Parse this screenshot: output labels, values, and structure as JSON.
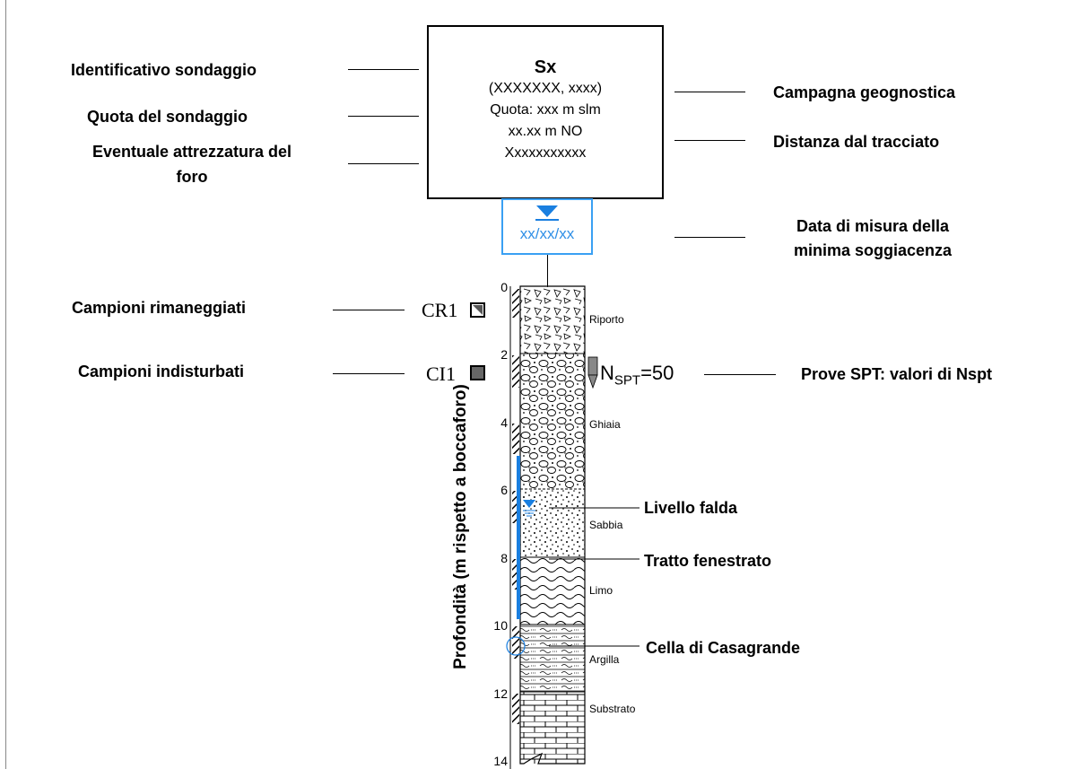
{
  "header": {
    "borehole_id": "Sx",
    "line1": "(XXXXXXX, xxxx)",
    "line2": "Quota: xxx m slm",
    "line3": "xx.xx m NO",
    "line4": "Xxxxxxxxxxx"
  },
  "water_date": "xx/xx/xx",
  "labels": {
    "identificativo": "Identificativo sondaggio",
    "quota": "Quota del sondaggio",
    "attrezzatura_1": "Eventuale attrezzatura del",
    "attrezzatura_2": "foro",
    "campagna": "Campagna geognostica",
    "distanza": "Distanza dal tracciato",
    "data_misura_1": "Data di misura della",
    "data_misura_2": "minima soggiacenza",
    "campioni_rim": "Campioni rimaneggiati",
    "campioni_ind": "Campioni indisturbati",
    "prove_spt": "Prove SPT: valori di Nspt",
    "livello_falda": "Livello falda",
    "tratto_fenestrato": "Tratto fenestrato",
    "cella": "Cella di Casagrande"
  },
  "samples": {
    "cr": "CR1",
    "ci": "CI1"
  },
  "spt": {
    "n": "N",
    "sub": "SPT",
    "value": "=50"
  },
  "y_axis_label": "Profondità (m rispetto a boccaforo)",
  "depth_ticks": [
    "0",
    "2",
    "4",
    "6",
    "8",
    "10",
    "12",
    "14"
  ],
  "layers": [
    "Riporto",
    "Ghiaia",
    "Sabbia",
    "Limo",
    "Argilla",
    "Substrato"
  ],
  "colors": {
    "water_blue": "#1a7fe0",
    "date_box_border": "#3aa0f3"
  }
}
